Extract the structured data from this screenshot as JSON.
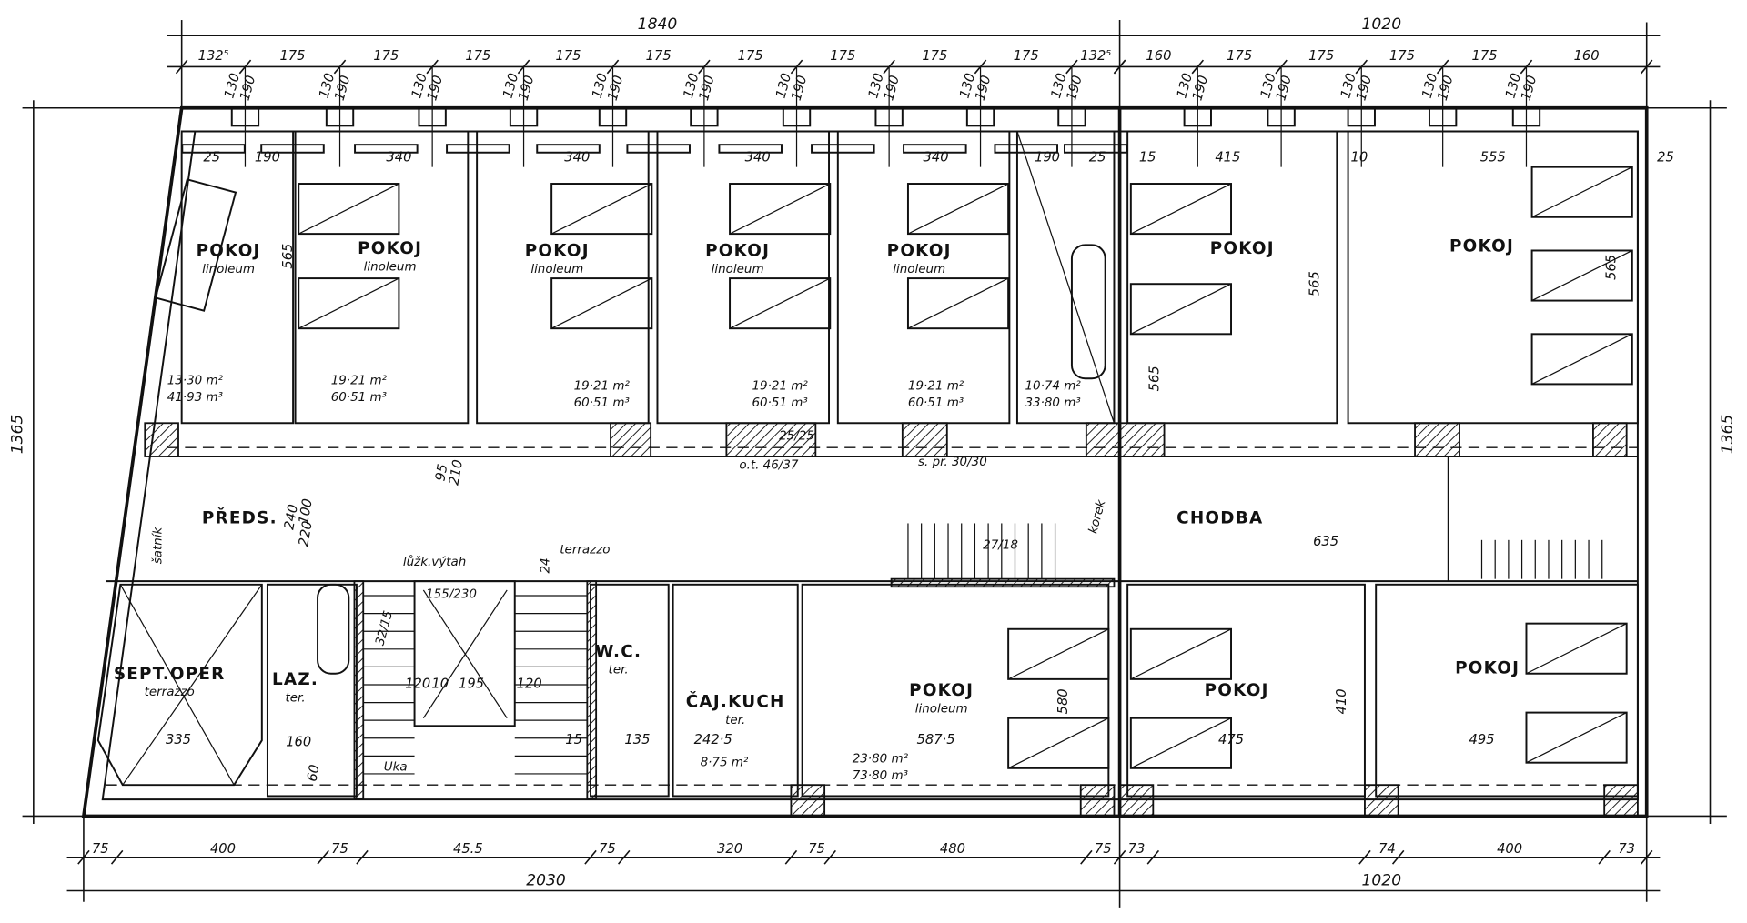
{
  "title": "Floor plan",
  "overall_dims": {
    "top_left": "1840",
    "top_right": "1020",
    "bottom_left": "2030",
    "bottom_right": "1020",
    "left_height": "1365",
    "right_height": "1365"
  },
  "top_bays_left": [
    "132⁵",
    "175",
    "175",
    "175",
    "175",
    "175",
    "175",
    "175",
    "175",
    "175",
    "132⁵"
  ],
  "top_bays_right": [
    "160",
    "175",
    "175",
    "175",
    "175",
    "160"
  ],
  "window_dims": [
    "130",
    "190"
  ],
  "bottom_dims": [
    "75",
    "400",
    "75",
    "45.5",
    "75",
    "320",
    "75",
    "480",
    "75",
    "73",
    "74",
    "400",
    "73"
  ],
  "rooms": [
    {
      "label": "POKOJ",
      "floor": "linoleum",
      "area": "13·30 m²",
      "volume": "41·93 m³"
    },
    {
      "label": "POKOJ",
      "floor": "linoleum",
      "area": "19·21 m²",
      "volume": "60·51 m³"
    },
    {
      "label": "POKOJ",
      "floor": "linoleum",
      "area": "19·21 m²",
      "volume": "60·51 m³"
    },
    {
      "label": "POKOJ",
      "floor": "linoleum",
      "area": "19·21 m²",
      "volume": "60·51 m³"
    },
    {
      "label": "POKOJ",
      "floor": "linoleum",
      "area": "19·21 m²",
      "volume": "60·51 m³"
    },
    {
      "label": "",
      "floor": "",
      "area": "10·74 m²",
      "volume": "33·80 m³"
    },
    {
      "label": "POKOJ",
      "floor": "",
      "area": "",
      "volume": ""
    },
    {
      "label": "POKOJ",
      "floor": "",
      "area": "",
      "volume": ""
    },
    {
      "label": "PŘEDS.",
      "floor": "",
      "area": "",
      "volume": ""
    },
    {
      "label": "CHODBA",
      "floor": "",
      "area": "",
      "volume": ""
    },
    {
      "label": "SEPT.OPER",
      "floor": "terrazzo",
      "area": "",
      "volume": ""
    },
    {
      "label": "LAZ.",
      "floor": "ter.",
      "area": "",
      "volume": ""
    },
    {
      "label": "W.C.",
      "floor": "ter.",
      "area": "",
      "volume": ""
    },
    {
      "label": "ČAJ.KUCH",
      "floor": "ter.",
      "area": "8·75 m²",
      "volume": ""
    },
    {
      "label": "POKOJ",
      "floor": "linoleum",
      "area": "23·80 m²",
      "volume": "73·80 m³"
    },
    {
      "label": "POKOJ",
      "floor": "",
      "area": "",
      "volume": ""
    },
    {
      "label": "POKOJ",
      "floor": "",
      "area": "",
      "volume": ""
    }
  ],
  "notes": [
    "terrazzo",
    "šatník",
    "lůžk.výtah",
    "Uka",
    "s. pr. 30/30",
    "o.t. 46/37",
    "25/25",
    "korek",
    "155/230",
    "32/15",
    "27/18",
    "24"
  ],
  "inner_dims": [
    "25",
    "190",
    "340",
    "340",
    "340",
    "340",
    "190",
    "25",
    "15",
    "415",
    "10",
    "555",
    "25",
    "565",
    "565",
    "565",
    "565",
    "95",
    "210",
    "100",
    "220",
    "240",
    "635",
    "410",
    "580",
    "587·5",
    "475",
    "495",
    "120",
    "195",
    "120",
    "10",
    "15",
    "135",
    "242·5",
    "335",
    "160",
    "60"
  ]
}
